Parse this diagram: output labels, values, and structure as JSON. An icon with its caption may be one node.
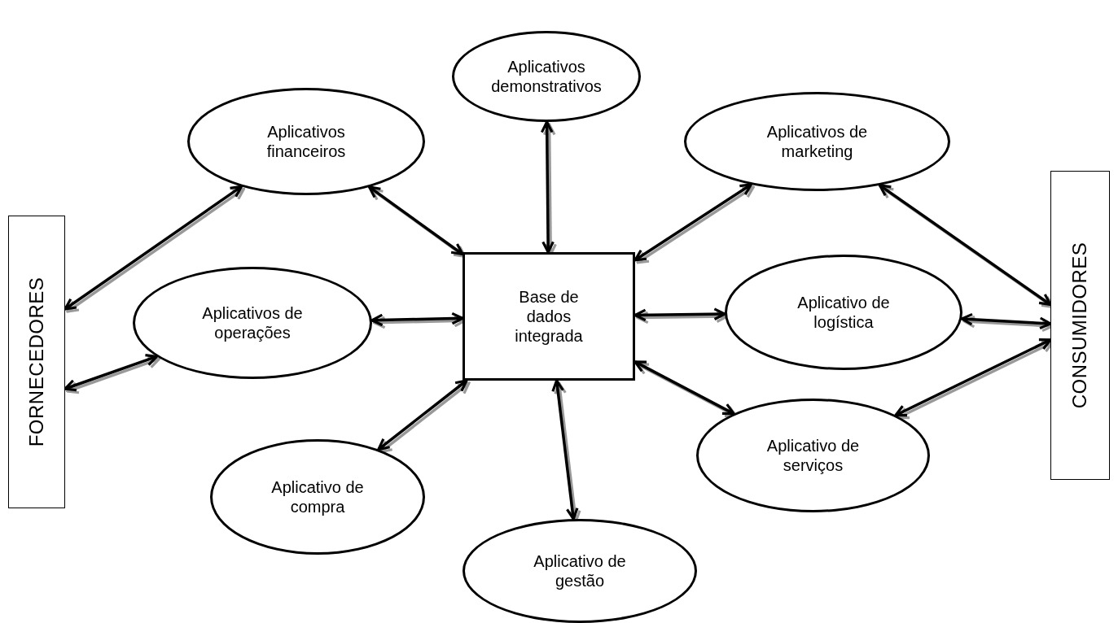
{
  "diagram": {
    "nodes": [
      {
        "text": [
          "Base de dados integrada"
        ]
      },
      {
        "text": [
          "Aplicativos demonstrativos"
        ]
      },
      {
        "text": [
          "Aplicativos financeiros"
        ]
      },
      {
        "text": [
          "Aplicativos de marketing"
        ]
      },
      {
        "text": [
          "Aplicativos de operações"
        ]
      },
      {
        "text": [
          "Aplicativo de logística"
        ]
      },
      {
        "text": [
          "Aplicativo de compra"
        ]
      },
      {
        "text": [
          "Aplicativo de gestão"
        ]
      },
      {
        "text": [
          "Aplicativo de serviços"
        ]
      },
      {
        "text": [
          "FORNECEDORES"
        ]
      },
      {
        "text": [
          "CONSUMIDORES"
        ]
      }
    ],
    "edges": [
      {
        "from": 1,
        "to": 0,
        "arrow": "both"
      },
      {
        "from": 2,
        "to": 0,
        "arrow": "both"
      },
      {
        "from": 3,
        "to": 0,
        "arrow": "both"
      },
      {
        "from": 4,
        "to": 0,
        "arrow": "both"
      },
      {
        "from": 5,
        "to": 0,
        "arrow": "both"
      },
      {
        "from": 6,
        "to": 0,
        "arrow": "both"
      },
      {
        "from": 7,
        "to": 0,
        "arrow": "both"
      },
      {
        "from": 8,
        "to": 0,
        "arrow": "both"
      },
      {
        "from": 9,
        "to": 2,
        "arrow": "both"
      },
      {
        "from": 9,
        "to": 4,
        "arrow": "both"
      },
      {
        "from": 3,
        "to": 10,
        "arrow": "both"
      },
      {
        "from": 5,
        "to": 10,
        "arrow": "both"
      },
      {
        "from": 8,
        "to": 10,
        "arrow": "both"
      }
    ]
  }
}
